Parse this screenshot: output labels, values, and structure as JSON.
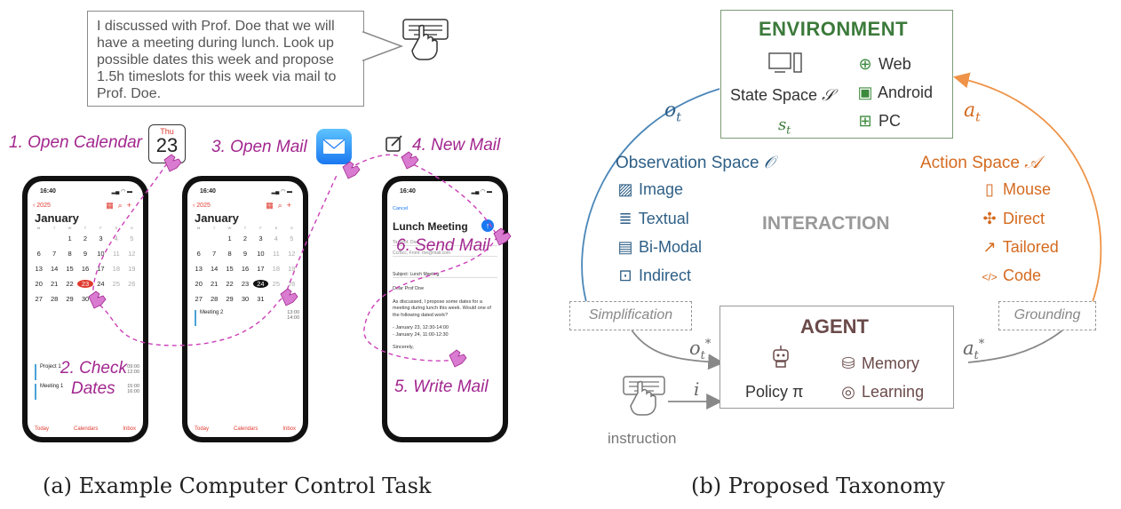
{
  "left": {
    "instruction_text": "I discussed with Prof. Doe that we will have a meeting during lunch. Look up possible dates this week and propose 1.5h timeslots for this week via mail to Prof. Doe.",
    "steps": [
      "1. Open Calendar",
      "2. Check",
      "Dates",
      "3. Open Mail",
      "4. New Mail",
      "5. Write Mail",
      "6. Send Mail"
    ],
    "calendar_icon": {
      "day": "Thu",
      "date": "23"
    },
    "phone1": {
      "time": "16:40",
      "back": "2025",
      "month": "January",
      "dow": [
        "M",
        "T",
        "W",
        "T",
        "F",
        "S",
        "S"
      ],
      "days": [
        "",
        "",
        "1",
        "2",
        "3",
        "4",
        "5",
        "6",
        "7",
        "8",
        "9",
        "10",
        "11",
        "12",
        "13",
        "14",
        "15",
        "16",
        "17",
        "18",
        "19",
        "20",
        "21",
        "22",
        "23",
        "24",
        "25",
        "26",
        "27",
        "28",
        "29",
        "30",
        "31",
        "",
        ""
      ],
      "events": [
        {
          "name": "Project 1",
          "start": "09:00",
          "end": "12:00"
        },
        {
          "name": "Meeting 1",
          "start": "15:00",
          "end": "16:00"
        }
      ],
      "footer": [
        "Today",
        "Calendars",
        "Inbox"
      ]
    },
    "phone2": {
      "time": "16:40",
      "back": "2025",
      "month": "January",
      "dow": [
        "M",
        "T",
        "W",
        "T",
        "F",
        "S",
        "S"
      ],
      "days": [
        "",
        "",
        "1",
        "2",
        "3",
        "4",
        "5",
        "6",
        "7",
        "8",
        "9",
        "10",
        "11",
        "12",
        "13",
        "14",
        "15",
        "16",
        "17",
        "18",
        "19",
        "20",
        "21",
        "22",
        "23",
        "24",
        "25",
        "26",
        "27",
        "28",
        "29",
        "30",
        "31",
        "",
        ""
      ],
      "events": [
        {
          "name": "Meeting 2",
          "start": "13:00",
          "end": "14:00"
        }
      ],
      "footer": [
        "Today",
        "Calendars",
        "Inbox"
      ]
    },
    "phone3": {
      "time": "16:40",
      "cancel": "Cancel",
      "subject_title": "Lunch Meeting",
      "to": "To: Prof. Doe",
      "cc": "Cc/Bcc, From: me@mail.com",
      "subject": "Subject: Lunch Meeting",
      "body": [
        "Dear Prof Doe",
        "",
        "As discussed, I propose some dates for a meeting during lunch this week. Would one of the following dated work?",
        "",
        "- January 23, 12:30-14:00",
        "- January 24, 11:00-12:30",
        "",
        "Sincerely,"
      ]
    },
    "caption": "(a) Example Computer Control Task"
  },
  "right": {
    "env_title": "ENVIRONMENT",
    "state_space": "State Space",
    "state_sym": "𝒮",
    "s_t": "s",
    "s_t_sub": "t",
    "env_items": [
      "Web",
      "Android",
      "PC"
    ],
    "obs_title": "Observation Space",
    "obs_sym": "𝒪",
    "obs_items": [
      "Image",
      "Textual",
      "Bi-Modal",
      "Indirect"
    ],
    "act_title": "Action Space",
    "act_sym": "𝒜",
    "act_items": [
      "Mouse",
      "Direct",
      "Tailored",
      "Code"
    ],
    "interaction": "INTERACTION",
    "agent_title": "AGENT",
    "policy": "Policy π",
    "agent_items": [
      "Memory",
      "Learning"
    ],
    "simplification": "Simplification",
    "grounding": "Grounding",
    "o_t": "o",
    "a_t": "a",
    "t_sub": "t",
    "star": "*",
    "i": "i",
    "instruction": "instruction",
    "caption": "(b) Proposed Taxonomy",
    "colors": {
      "blue": "#2e5f86",
      "orange": "#d46a1f",
      "green": "#3c7a3b",
      "gray": "#888888"
    }
  }
}
